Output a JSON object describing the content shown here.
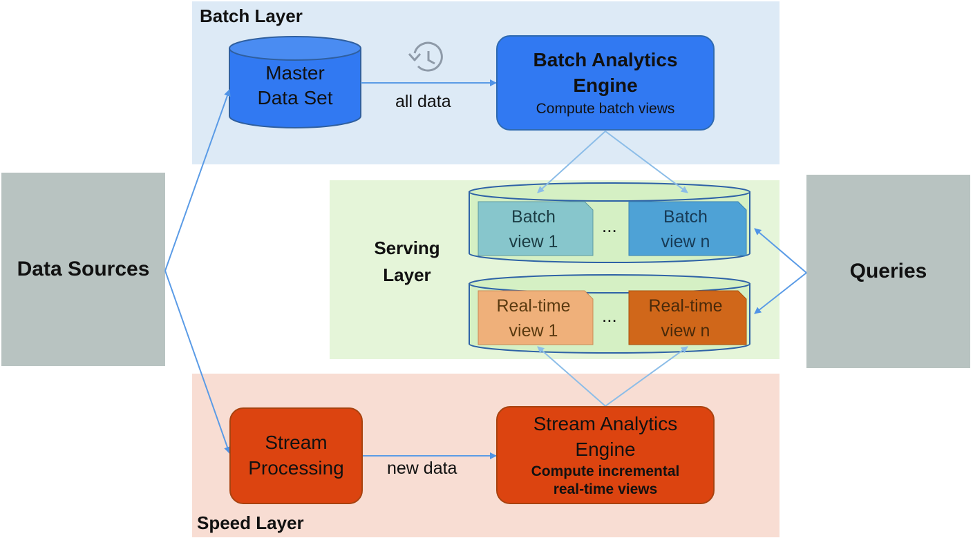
{
  "layers": {
    "batch": {
      "title": "Batch Layer"
    },
    "serving": {
      "title": "Serving\nLayer"
    },
    "speed": {
      "title": "Speed Layer"
    }
  },
  "nodes": {
    "data_sources": {
      "label": "Data Sources"
    },
    "queries": {
      "label": "Queries"
    },
    "master_data_set": {
      "label_line1": "Master",
      "label_line2": "Data Set"
    },
    "batch_engine": {
      "title_line1": "Batch Analytics",
      "title_line2": "Engine",
      "subtitle": "Compute batch views"
    },
    "stream_processing": {
      "label_line1": "Stream",
      "label_line2": "Processing"
    },
    "stream_engine": {
      "title_line1": "Stream Analytics",
      "title_line2": "Engine",
      "subtitle_line1": "Compute incremental",
      "subtitle_line2": "real-time views"
    }
  },
  "views": {
    "batch_view_1": {
      "label": "Batch\nview 1"
    },
    "batch_view_n": {
      "label": "Batch\nview n"
    },
    "realtime_view_1": {
      "label": "Real-time\nview 1"
    },
    "realtime_view_n": {
      "label": "Real-time\nview n"
    },
    "ellipsis": "..."
  },
  "edges": {
    "all_data": "all data",
    "new_data": "new data"
  },
  "icons": {
    "history": "history-icon"
  },
  "colors": {
    "batch_layer_bg": "#ddeaf6",
    "serving_layer_bg": "#e5f5d9",
    "speed_layer_bg": "#f8ddd3",
    "blue_node": "#3179f2",
    "orange_node": "#dc4410",
    "side_box": "#b8c3c1",
    "arrow": "#5a9be6"
  }
}
